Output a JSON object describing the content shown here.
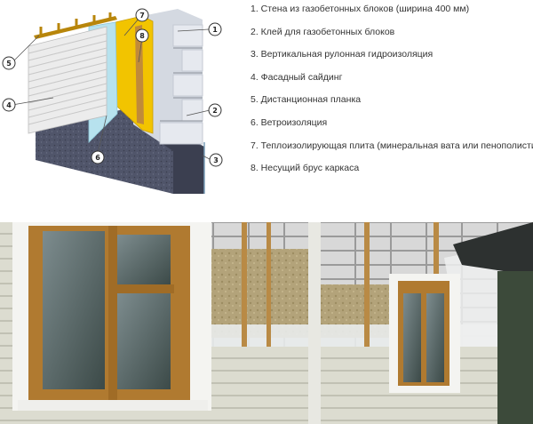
{
  "legend": {
    "items": [
      "1. Стена из газобетонных блоков (ширина 400 мм)",
      "2. Клей для газобетонных блоков",
      "3. Вертикальная рулонная гидроизоляция",
      "4. Фасадный сайдинг",
      "5. Дистанционная планка",
      "6. Ветроизоляция",
      "7. Теплоизолирующая плита (минеральная вата или пенополистир",
      "8. Несущий брус каркаса"
    ]
  },
  "diagram": {
    "callouts": [
      "1",
      "2",
      "3",
      "4",
      "5",
      "6",
      "7",
      "8"
    ]
  },
  "colors": {
    "aerated_block": "#dfe3ea",
    "insulation": "#f2c400",
    "wind_barrier": "#b7e2ee",
    "siding": "#ececec",
    "foundation": "#44495c",
    "batten": "#b8860b",
    "window_frame": "#b07a30"
  }
}
